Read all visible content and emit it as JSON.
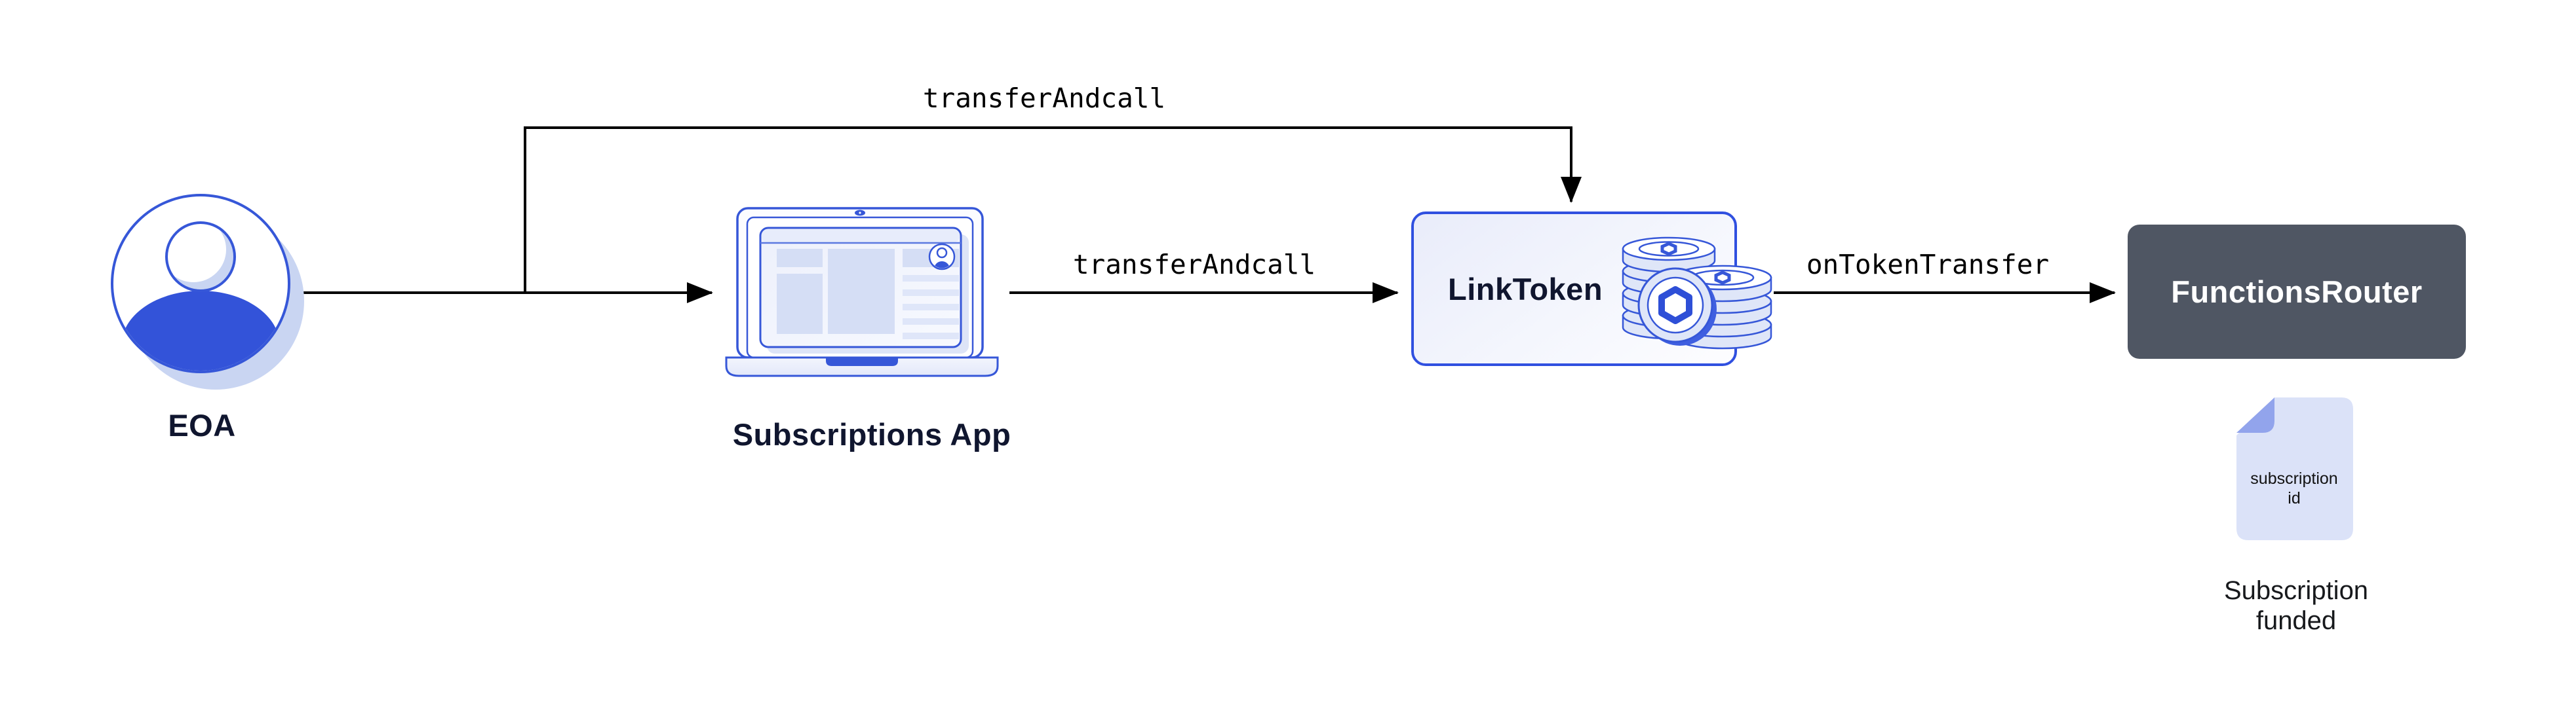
{
  "colors": {
    "canvas_bg": "#ffffff",
    "accent_blue": "#3657d8",
    "solid_blue": "#3353d9",
    "light_fill": "#d5def5",
    "shadow_fill": "#c9d5f2",
    "box_border_blue": "#3050e0",
    "navy_text": "#10162f",
    "router_bg": "#4f5663",
    "router_text": "#ffffff",
    "doc_body": "#dbe2f8",
    "doc_fold": "#92a4ec",
    "label_black": "#000000",
    "caption_dark": "#17191c",
    "arrow_line": "#000000"
  },
  "nodes": {
    "eoa": {
      "label": "EOA"
    },
    "app": {
      "label": "Subscriptions App"
    },
    "link_token": {
      "label": "LinkToken"
    },
    "functions_router": {
      "label": "FunctionsRouter"
    },
    "subscription_doc": {
      "doc_line1": "subscription",
      "doc_line2": "id",
      "caption_line1": "Subscription",
      "caption_line2": "funded"
    }
  },
  "edges": {
    "eoa_to_linktoken_label": "transferAndcall",
    "app_to_linktoken_label": "transferAndcall",
    "linktoken_to_router_label": "onTokenTransfer"
  }
}
